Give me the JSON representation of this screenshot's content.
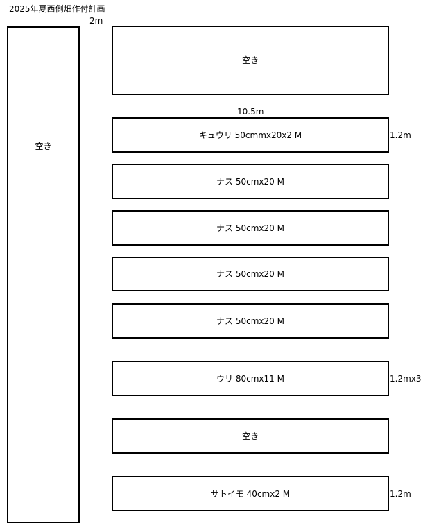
{
  "title": "2025年夏西側畑作付計画",
  "dimensions": {
    "side_width": "2m",
    "bed_length": "10.5m",
    "row_width_1": "1.2m",
    "row_width_2": "1.2mx3",
    "row_width_3": "1.2m"
  },
  "side_plot": {
    "label": "空き"
  },
  "top_plot": {
    "label": "空き"
  },
  "rows": [
    {
      "label": "キュウリ 50cmmx20x2 M"
    },
    {
      "label": "ナス 50cmx20 M"
    },
    {
      "label": "ナス 50cmx20 M"
    },
    {
      "label": "ナス 50cmx20 M"
    },
    {
      "label": "ナス 50cmx20 M"
    },
    {
      "label": "ウリ 80cmx11 M"
    },
    {
      "label": "空き"
    },
    {
      "label": "サトイモ  40cmx2 M"
    }
  ]
}
